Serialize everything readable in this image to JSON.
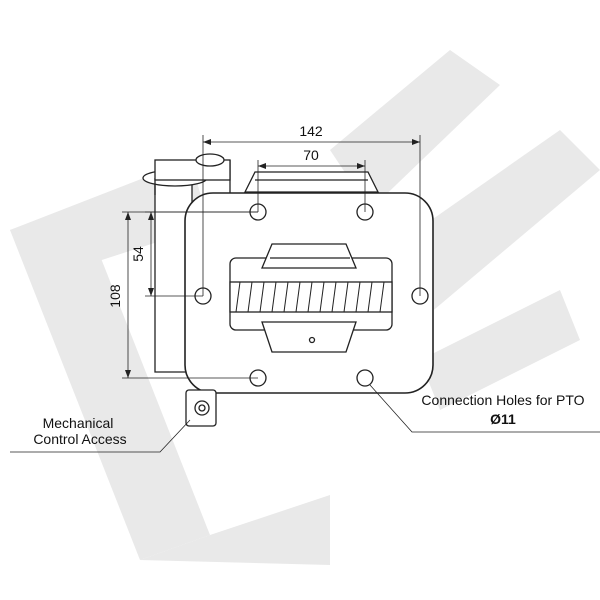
{
  "dimensions": {
    "overall_width": "142",
    "hole_spacing_horizontal": "70",
    "hole_spacing_vertical": "54",
    "overall_height": "108"
  },
  "callouts": {
    "control_access_line1": "Mechanical",
    "control_access_line2": "Control Access",
    "pto_holes_label": "Connection Holes for  PTO",
    "pto_hole_diameter": "Ø11"
  },
  "colors": {
    "line": "#222222",
    "watermark": "#e9e9e9",
    "flange_fill": "#ffffff"
  },
  "watermark": {
    "text": ""
  }
}
